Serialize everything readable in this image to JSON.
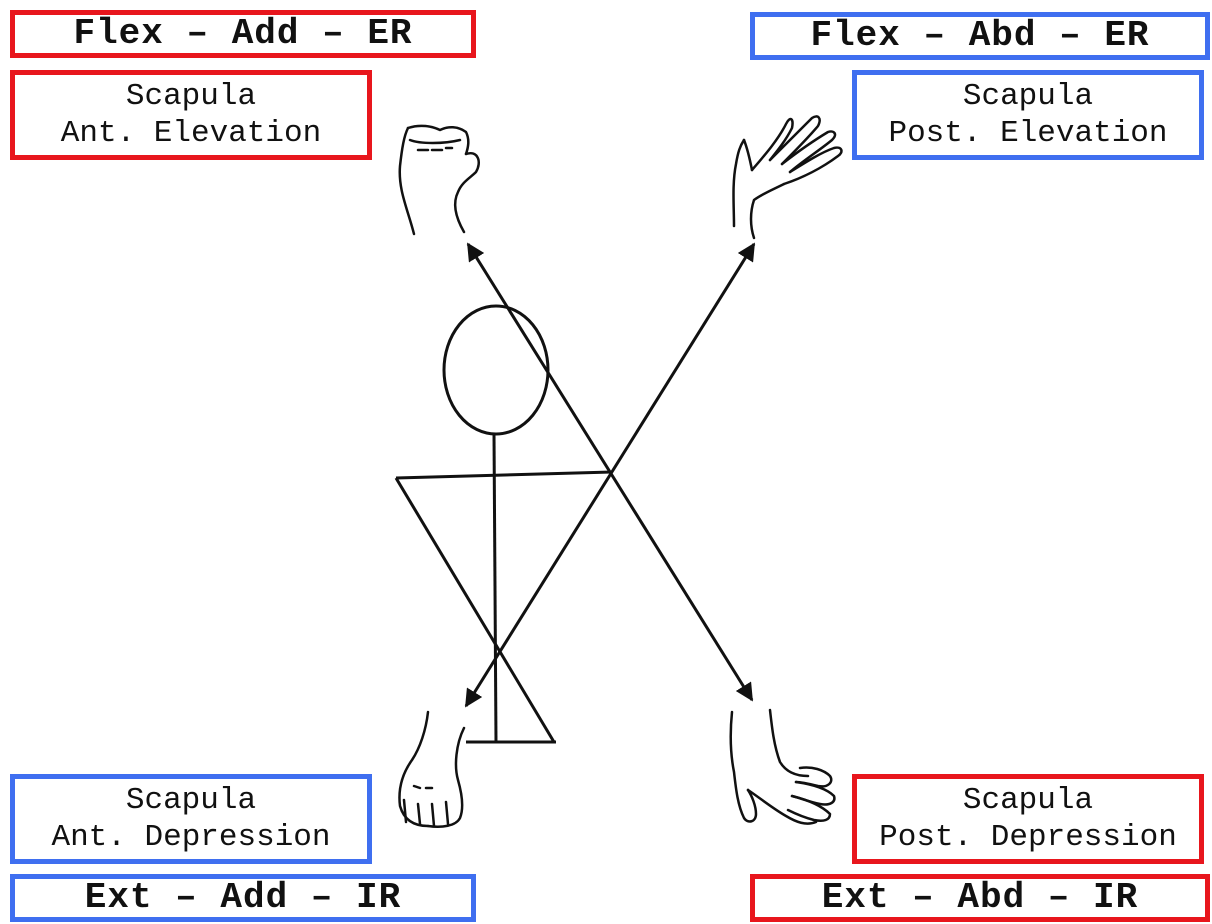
{
  "colors": {
    "red": "#e8161d",
    "blue": "#3f6ff0",
    "line": "#111111"
  },
  "top_left": {
    "pattern": "Flex – Add – ER",
    "scapula_line1": "Scapula",
    "scapula_line2": "Ant. Elevation",
    "color": "red"
  },
  "top_right": {
    "pattern": "Flex – Abd – ER",
    "scapula_line1": "Scapula",
    "scapula_line2": "Post. Elevation",
    "color": "blue"
  },
  "bottom_left": {
    "pattern": "Ext – Add – IR",
    "scapula_line1": "Scapula",
    "scapula_line2": "Ant. Depression",
    "color": "blue"
  },
  "bottom_right": {
    "pattern": "Ext – Abd – IR",
    "scapula_line1": "Scapula",
    "scapula_line2": "Post. Depression",
    "color": "red"
  },
  "figure": {
    "icons": [
      "stick-figure",
      "fist-hand-icon",
      "open-hand-icon",
      "flat-hand-icon",
      "prone-hand-icon"
    ],
    "arrows": [
      "diagonal-d2-arrow",
      "diagonal-d1-arrow"
    ]
  }
}
